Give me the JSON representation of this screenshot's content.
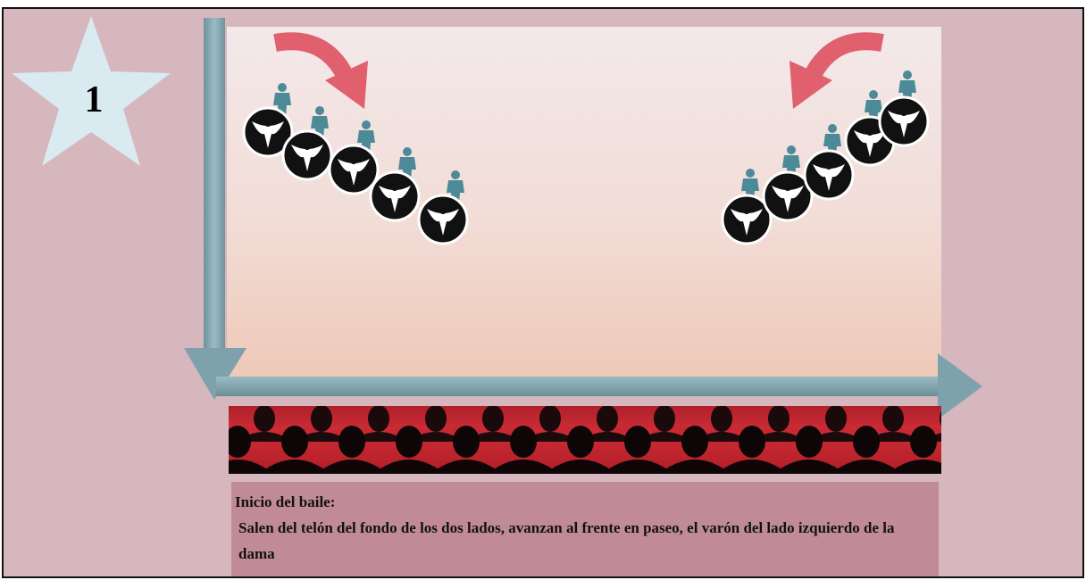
{
  "step": {
    "number": "1"
  },
  "caption": {
    "heading": "Inicio del baile:",
    "body": " Salen del telón del fondo de los dos lados, avanzan al frente en paseo, el varón del lado izquierdo de la dama"
  },
  "colors": {
    "background": "#d6b7bd",
    "star": "#d9eaf0",
    "axis_arrows": "#7ea2ab",
    "movement_arrows": "#e0606e",
    "male_dancer": "#4d8a98",
    "female_dancer": "#111111",
    "audience_seats": "#c82a34",
    "caption_box": "#c08b94"
  },
  "icons": {
    "step_badge": "star-icon",
    "male_dancer": "man-silhouette-icon",
    "female_dancer": "woman-skirt-icon",
    "audience": "audience-silhouette-icon"
  }
}
